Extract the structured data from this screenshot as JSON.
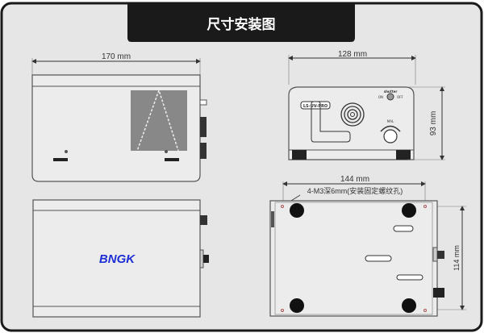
{
  "title": "尺寸安装图",
  "side_view": {
    "width_label": "170 mm"
  },
  "front_view": {
    "width_label": "128 mm",
    "height_label": "93 mm",
    "model_label": "LS-UV-PRO",
    "shutter_label": "shutter",
    "on_label": "ON",
    "off_label": "OFF",
    "knob_label": "MAL"
  },
  "top_view": {
    "brand": "BNGK"
  },
  "bottom_view": {
    "width_label": "144 mm",
    "height_label": "114 mm",
    "annotation": "4-M3深6mm(安装固定螺纹孔)"
  },
  "colors": {
    "frame": "#1a1a1a",
    "background": "#e6e6e6",
    "brand": "#1f2fd6",
    "line": "#555555"
  }
}
